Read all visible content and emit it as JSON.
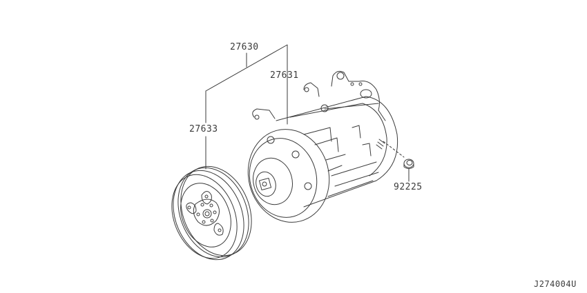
{
  "diagram": {
    "type": "exploded-parts-diagram",
    "subject": "A/C compressor assembly",
    "diagram_code": "J274004U",
    "line_color": "#3a3a3a",
    "background": "#ffffff",
    "callouts": [
      {
        "id": "c1",
        "part_number": "27630",
        "points_to": "compressor-assembly (group: compressor + clutch pulley)"
      },
      {
        "id": "c2",
        "part_number": "27631",
        "points_to": "compressor-body"
      },
      {
        "id": "c3",
        "part_number": "27633",
        "points_to": "clutch-pulley"
      },
      {
        "id": "c4",
        "part_number": "92225",
        "points_to": "flange-nut"
      }
    ]
  }
}
